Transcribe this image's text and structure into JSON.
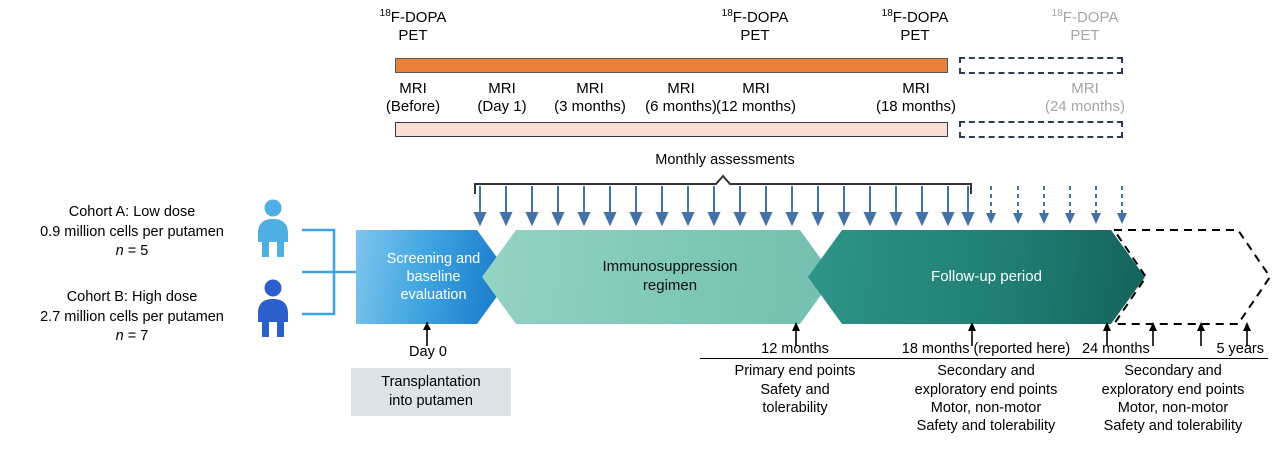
{
  "figure": {
    "title": "Clinical trial design timeline",
    "colors": {
      "pet_bar": "#E8823A",
      "mri_bar": "#FAE0D2",
      "screening_chevron": "#1273C8",
      "immunosuppression_chevron": "#7FC8B8",
      "followup_chevron": "#1F7E74",
      "cohort_a_icon": "#4FAEE3",
      "cohort_b_icon": "#2B5FCB",
      "arrow_blue": "#4472A8",
      "muted_text": "#A6A6A6",
      "transplant_box": "#DDE4E8"
    }
  },
  "pet_row": {
    "bar_label": "18F-DOPA PET",
    "markers": [
      {
        "sup": "18",
        "line1": "F-DOPA",
        "line2": "PET",
        "muted": false
      },
      {
        "sup": "18",
        "line1": "F-DOPA",
        "line2": "PET",
        "muted": false
      },
      {
        "sup": "18",
        "line1": "F-DOPA",
        "line2": "PET",
        "muted": false
      },
      {
        "sup": "18",
        "line1": "F-DOPA",
        "line2": "PET",
        "muted": true
      }
    ]
  },
  "mri_row": {
    "bar_label": "MRI",
    "markers": [
      {
        "line1": "MRI",
        "line2": "(Before)",
        "muted": false
      },
      {
        "line1": "MRI",
        "line2": "(Day 1)",
        "muted": false
      },
      {
        "line1": "MRI",
        "line2": "(3 months)",
        "muted": false
      },
      {
        "line1": "MRI",
        "line2": "(6 months)",
        "muted": false
      },
      {
        "line1": "MRI",
        "line2": "(12 months)",
        "muted": false
      },
      {
        "line1": "MRI",
        "line2": "(18 months)",
        "muted": false
      },
      {
        "line1": "MRI",
        "line2": "(24 months)",
        "muted": true
      }
    ]
  },
  "monthly": {
    "label": "Monthly assessments",
    "solid_arrow_count": 20,
    "dashed_arrow_count": 6
  },
  "cohorts": [
    {
      "name": "Cohort A: Low dose",
      "dose": "0.9 million cells per putamen",
      "n_prefix": "n",
      "n_value": "= 5",
      "icon": "person-icon"
    },
    {
      "name": "Cohort B: High dose",
      "dose": "2.7 million cells per putamen",
      "n_prefix": "n",
      "n_value": "= 7",
      "icon": "person-icon"
    }
  ],
  "phases": [
    {
      "id": "screening",
      "lines": [
        "Screening and",
        "baseline",
        "evaluation"
      ]
    },
    {
      "id": "immunosuppression",
      "lines": [
        "Immunosuppression",
        "regimen"
      ]
    },
    {
      "id": "followup",
      "lines": [
        "Follow-up period"
      ]
    },
    {
      "id": "extension",
      "lines": []
    }
  ],
  "day_zero": {
    "label": "Day 0",
    "box_lines": [
      "Transplantation",
      "into putamen"
    ]
  },
  "milestones": [
    {
      "id": "m12",
      "headers": [
        "12 months"
      ],
      "body": [
        "Primary end points",
        "Safety and",
        "tolerability"
      ]
    },
    {
      "id": "m18",
      "headers": [
        "18 months (reported here)"
      ],
      "body": [
        "Secondary and",
        "exploratory end points",
        "Motor, non-motor",
        "Safety and tolerability"
      ]
    },
    {
      "id": "m24",
      "headers": [
        "24 months",
        "5 years"
      ],
      "body": [
        "Secondary and",
        "exploratory end points",
        "Motor, non-motor",
        "Safety and tolerability"
      ]
    }
  ]
}
